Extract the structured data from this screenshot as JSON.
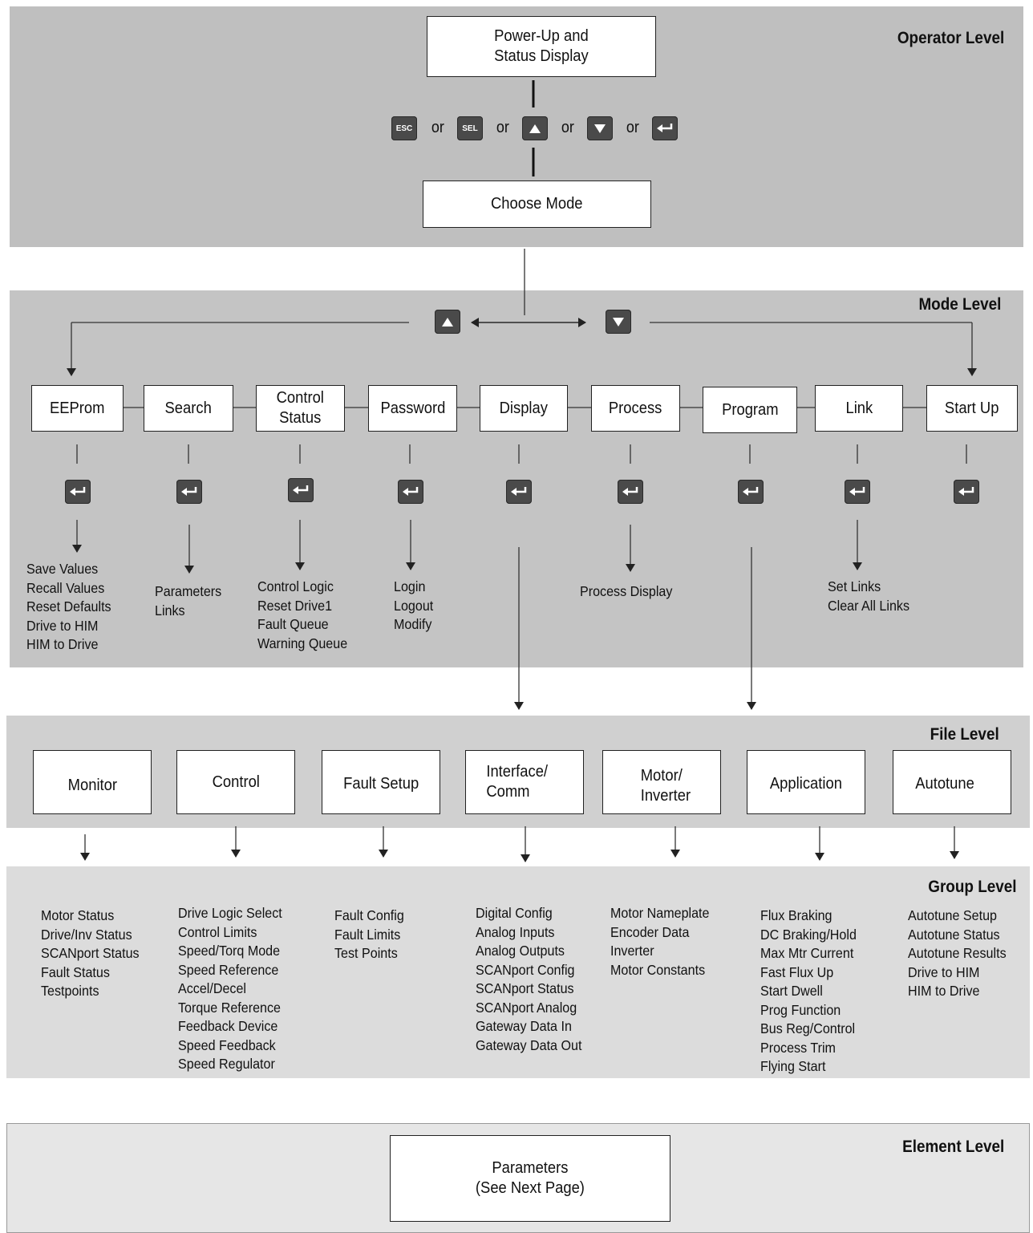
{
  "levels": {
    "operator": "Operator Level",
    "mode": "Mode Level",
    "file": "File Level",
    "group": "Group Level",
    "element": "Element Level"
  },
  "operator": {
    "power_up": "Power-Up and\nStatus Display",
    "choose_mode": "Choose Mode",
    "keys": [
      "ESC",
      "SEL",
      "up-arrow-key",
      "down-arrow-key",
      "enter-key"
    ],
    "or": "or"
  },
  "modes": [
    {
      "label": "EEProm",
      "items": [
        "Save Values",
        "Recall Values",
        "Reset Defaults",
        "Drive to HIM",
        "HIM to Drive"
      ]
    },
    {
      "label": "Search",
      "items": [
        "Parameters",
        "Links"
      ]
    },
    {
      "label": "Control\nStatus",
      "items": [
        "Control Logic",
        "Reset Drive1",
        "Fault Queue",
        "Warning Queue"
      ]
    },
    {
      "label": "Password",
      "items": [
        "Login",
        "Logout",
        "Modify"
      ]
    },
    {
      "label": "Display",
      "items": []
    },
    {
      "label": "Process",
      "items": [
        "Process Display"
      ]
    },
    {
      "label": "Program",
      "items": []
    },
    {
      "label": "Link",
      "items": [
        "Set Links",
        "Clear All Links"
      ]
    },
    {
      "label": "Start Up",
      "items": []
    }
  ],
  "files": [
    {
      "label": "Monitor",
      "groups": [
        "Motor Status",
        "Drive/Inv Status",
        "SCANport Status",
        "Fault Status",
        "Testpoints"
      ]
    },
    {
      "label": "Control",
      "groups": [
        "Drive Logic Select",
        "Control Limits",
        "Speed/Torq Mode",
        "Speed Reference",
        "Accel/Decel",
        "Torque Reference",
        "Feedback Device",
        "Speed Feedback",
        "Speed Regulator"
      ]
    },
    {
      "label": "Fault Setup",
      "groups": [
        "Fault Config",
        "Fault Limits",
        "Test Points"
      ]
    },
    {
      "label": "Interface/\nComm",
      "groups": [
        "Digital Config",
        "Analog Inputs",
        "Analog Outputs",
        "SCANport Config",
        "SCANport Status",
        "SCANport Analog",
        "Gateway Data In",
        "Gateway Data Out"
      ]
    },
    {
      "label": "Motor/\nInverter",
      "groups": [
        "Motor Nameplate",
        "Encoder Data",
        "Inverter",
        "Motor Constants"
      ]
    },
    {
      "label": "Application",
      "groups": [
        "Flux Braking",
        "DC Braking/Hold",
        "Max Mtr Current",
        "Fast Flux Up",
        "Start Dwell",
        "Prog Function",
        "Bus Reg/Control",
        "Process Trim",
        "Flying Start"
      ]
    },
    {
      "label": "Autotune",
      "groups": [
        "Autotune Setup",
        "Autotune Status",
        "Autotune Results",
        "Drive to HIM",
        "HIM to Drive"
      ]
    }
  ],
  "element": {
    "parameters": "Parameters\n(See Next Page)"
  },
  "colors": {
    "operator_band": "#bfbfbf",
    "mode_band": "#c4c4c4",
    "file_band": "#d0d0d0",
    "group_band": "#dcdcdc",
    "element_band": "#e6e6e6",
    "key": "#4a4a4a"
  }
}
